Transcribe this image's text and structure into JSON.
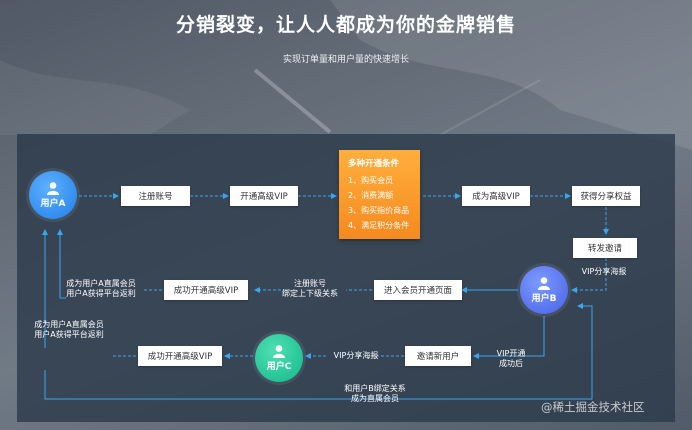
{
  "header": {
    "title": "分销裂变，让人人都成为你的金牌销售",
    "subtitle": "实现订单量和用户量的快速增长"
  },
  "users": {
    "a": "用户A",
    "b": "用户B",
    "c": "用户C"
  },
  "top_flow": {
    "register": "注册账号",
    "open_vip": "开通高级VIP",
    "become_vip": "成为高级VIP",
    "get_share_rights": "获得分享权益",
    "forward_invite": "转发邀请"
  },
  "conditions": {
    "title": "多种开通条件",
    "items": [
      "1、购买会员",
      "2、消费满额",
      "3、购买指价商品",
      "4、满足积分条件"
    ]
  },
  "middle_flow": {
    "vip_share_poster": "VIP分享海报",
    "enter_member_page": "进入会员开通页面",
    "register_bind": [
      "注册账号",
      "绑定上下级关系"
    ],
    "success_open_vip": "成功开通高级VIP",
    "direct_member_rebate": [
      "成为用户A直属会员",
      "用户A获得平台返利"
    ]
  },
  "bottom_flow": {
    "vip_opened": [
      "VIP开通",
      "成功后"
    ],
    "invite_new_user": "邀请新用户",
    "vip_share_poster": "VIP分享海报",
    "success_open_vip": "成功开通高级VIP",
    "direct_member_rebate": [
      "成为用户A直属会员",
      "用户A获得平台返利"
    ],
    "bind_with_b": [
      "和用户B绑定关系",
      "成为直属会员"
    ]
  },
  "watermark": "@稀土掘金技术社区",
  "colors": {
    "link": "#3aa6ee",
    "conditions_bg": "#f7941d",
    "user_a": "#2389f0",
    "user_b": "#5a72f0",
    "user_c": "#1ec896"
  },
  "icons": [
    "user-icon"
  ]
}
